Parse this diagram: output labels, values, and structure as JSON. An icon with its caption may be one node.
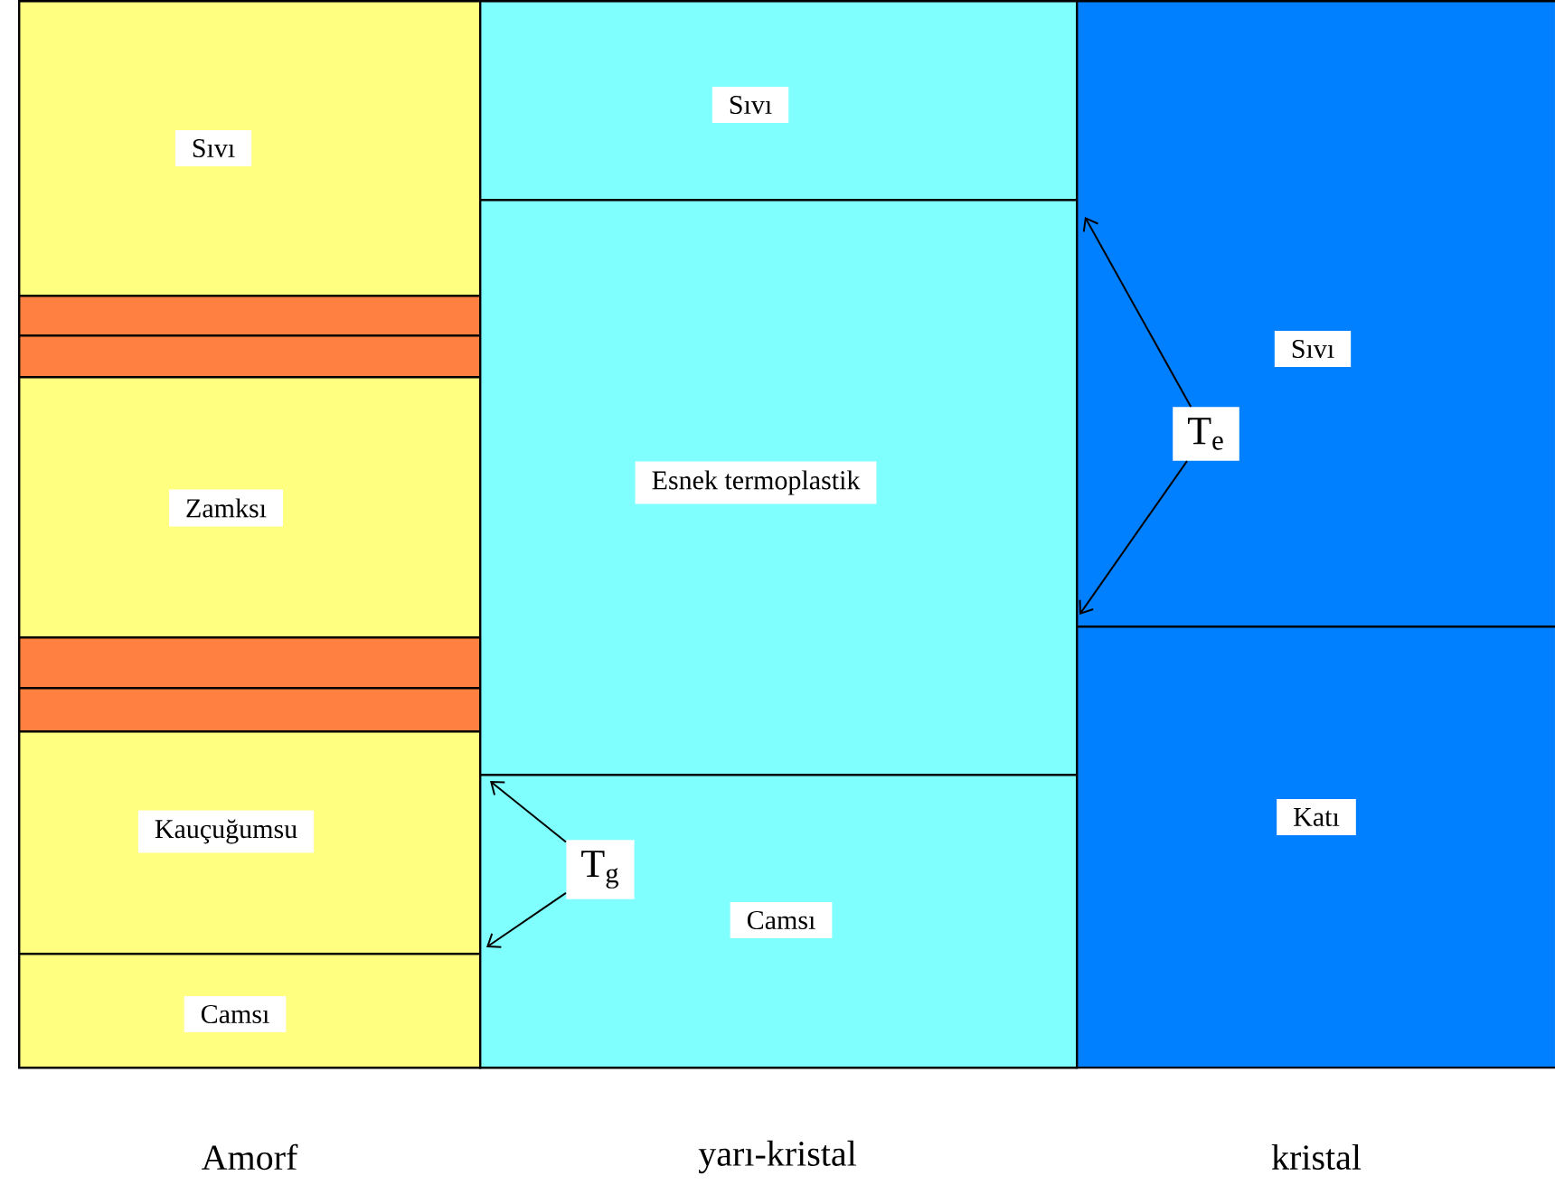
{
  "diagram": {
    "nodes": [
      {
        "text": [
          "Sıvı"
        ]
      },
      {
        "text": [],
        "shape": "bar"
      },
      {
        "text": [],
        "shape": "bar"
      },
      {
        "text": [
          "Zamksı"
        ]
      },
      {
        "text": [],
        "shape": "bar"
      },
      {
        "text": [],
        "shape": "bar"
      },
      {
        "text": [
          "Kauçuğumsu"
        ]
      },
      {
        "text": [
          "Camsı"
        ]
      },
      {
        "text": [
          "Sıvı"
        ]
      },
      {
        "text": [
          "Esnek termoplastik"
        ]
      },
      {
        "text": [
          "Camsı"
        ]
      },
      {
        "text": [
          "Sıvı"
        ]
      },
      {
        "text": [
          "Katı"
        ]
      },
      {
        "text": [
          "T$_{g}$"
        ],
        "in": 10
      },
      {
        "text": [
          "T$_{e}$"
        ],
        "in": 11
      }
    ],
    "edges": [
      {
        "from": 13,
        "to": 10,
        "arrow": "to"
      },
      {
        "from": 13,
        "to": 10,
        "arrow": "to"
      },
      {
        "from": 14,
        "to": 11,
        "arrow": "to"
      },
      {
        "from": 14,
        "to": 11,
        "arrow": "to"
      }
    ],
    "labels": [
      "Amorf",
      "yarı-kristal",
      "kristal"
    ]
  }
}
